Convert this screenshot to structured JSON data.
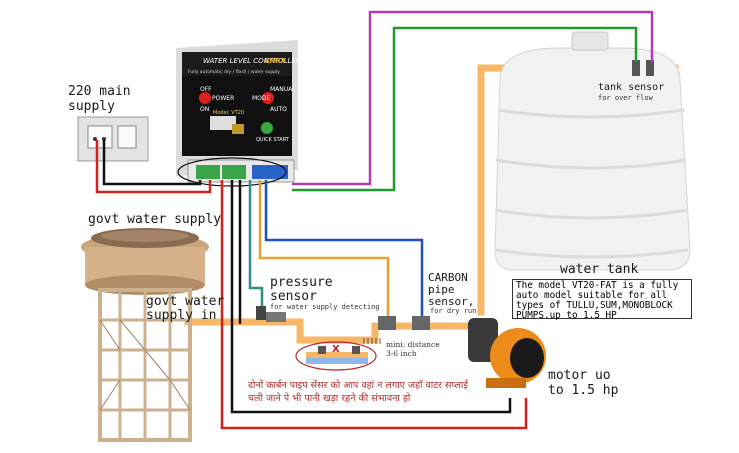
{
  "labels": {
    "main_supply": "220 main\nsupply",
    "govt_water_supply": "govt water supply",
    "govt_water_supply_in": "govt water\nsupply in",
    "pressure_sensor": "pressure\nsensor",
    "pressure_sensor_note": "for water supply detecting",
    "carbon_pipe_sensor": "CARBON\npipe\nsensor,",
    "carbon_note": "for dry run",
    "mini_distance": "mini: distance\n3-6 inch",
    "tank_sensor": "tank sensor",
    "tank_sensor_note": "for over flow",
    "water_tank": "water tank",
    "motor": "motor uo\nto 1.5 hp",
    "model_note": "The model VT20-FAT is a fully auto model suitable for all types of TULLU,SUM,MONOBLOCK PUMPS.up to 1.5 HP",
    "hindi_note": "दोनों कार्बन पाइप सेंसर को आप वहां न लगाए जहाँ वाटर सप्लाई चली जाने पे भी पानी खड़ा रहने की संभावना हो",
    "wrong_mark": "X"
  },
  "controller": {
    "title": "WATER LEVEL CONTROLLER",
    "brand": "ANRA",
    "subtitle": "Fully automatic dry / flash / water supply",
    "left_switch": [
      "OFF",
      "POWER",
      "ON"
    ],
    "right_switch": [
      "MANUAL",
      "MODE",
      "AUTO"
    ],
    "quick_start": "QUICK START",
    "model": "Model: VT20"
  },
  "colors": {
    "wire_red": "#d62020",
    "wire_black": "#111111",
    "wire_purple": "#b23ab8",
    "wire_green": "#1f9a2e",
    "wire_blue": "#1f4fc4",
    "wire_teal": "#2b8f86",
    "wire_orange": "#e8a030",
    "pipe": "#f7b767",
    "motor": "#ec8a1a",
    "tank": "#f4f4f4"
  }
}
